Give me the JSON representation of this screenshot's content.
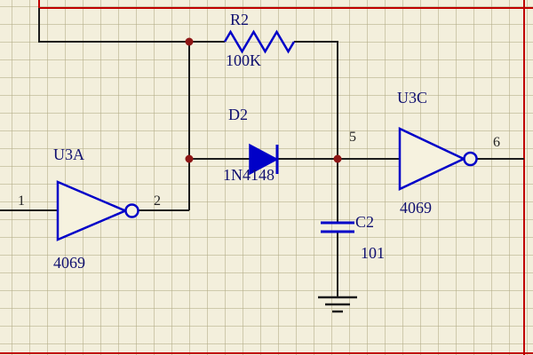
{
  "canvas": {
    "description": "Schematic editor sheet showing an RC oscillator stage built from 4069 hex-inverter gates, a 100K feedback resistor, a 1N4148 diode and a 101 capacitor to ground"
  },
  "colors": {
    "background": "#f3efdc",
    "grid": "#b0aa84",
    "wire": "#1c1c1c",
    "component": "#0000c8",
    "label": "#101070",
    "pin_number": "#222222",
    "junction": "#8e1616",
    "sheet_border": "#c00000"
  },
  "components": {
    "u3a": {
      "designator": "U3A",
      "part": "4069",
      "type": "inverter",
      "input_pin": "1",
      "output_pin": "2"
    },
    "r2": {
      "designator": "R2",
      "value": "100K",
      "type": "resistor"
    },
    "d2": {
      "designator": "D2",
      "value": "1N4148",
      "type": "diode"
    },
    "c2": {
      "designator": "C2",
      "value": "101",
      "type": "capacitor"
    },
    "u3c": {
      "designator": "U3C",
      "part": "4069",
      "type": "inverter",
      "input_pin": "5",
      "output_pin": "6"
    }
  }
}
